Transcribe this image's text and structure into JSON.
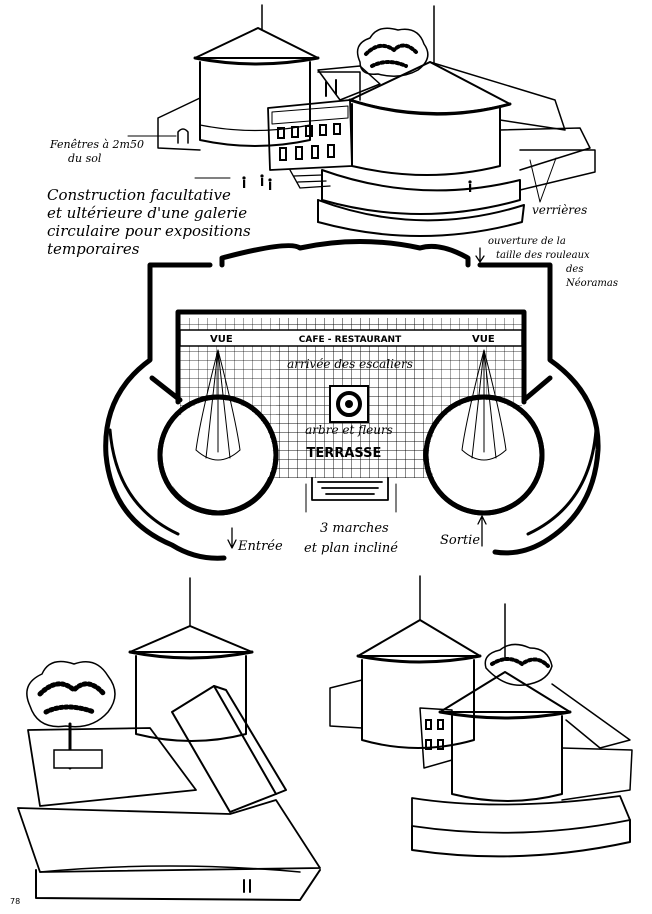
{
  "page_number": "78",
  "top_sketch": {
    "note_windows": [
      "Fenêtres à 2m50",
      "du sol"
    ],
    "note_gallery": [
      "Construction facultative",
      "et ultérieure d'une galerie",
      "circulaire pour expositions",
      "temporaires"
    ],
    "label_verrieres": "verrières"
  },
  "plan": {
    "note_opening": [
      "ouverture de la",
      "taille des rouleaux",
      "des",
      "Néoramas"
    ],
    "label_cafe": "CAFE - RESTAURANT",
    "label_vue_left": "VUE",
    "label_vue_right": "VUE",
    "label_arrivee": "arrivée des escaliers",
    "label_arbre": "arbre et fleurs",
    "label_terrasse": "TERRASSE",
    "label_entree": "Entrée",
    "label_sortie": "Sortie",
    "label_steps": [
      "3 marches",
      "et plan incliné"
    ]
  }
}
